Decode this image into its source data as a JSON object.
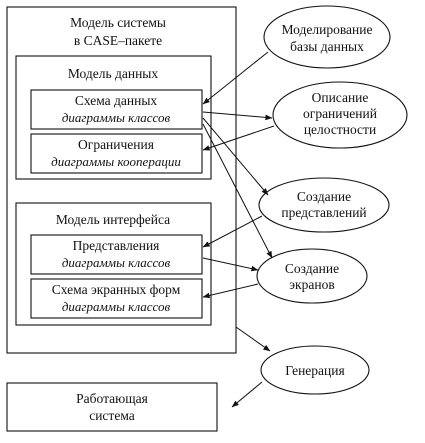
{
  "diagram": {
    "system_model": {
      "title_line1": "Модель системы",
      "title_line2": "в CASE–пакете"
    },
    "data_model": {
      "title": "Модель данных",
      "schema_title": "Схема данных",
      "schema_sub": "диаграммы классов",
      "constraints_title": "Ограничения",
      "constraints_sub": "диаграммы кооперации"
    },
    "interface_model": {
      "title": "Модель интерфейса",
      "views_title": "Представления",
      "views_sub": "диаграммы классов",
      "screens_title": "Схема экранных форм",
      "screens_sub": "диаграммы классов"
    },
    "working_system": {
      "line1": "Работающая",
      "line2": "система"
    },
    "processes": {
      "db_modeling_line1": "Моделирование",
      "db_modeling_line2": "базы данных",
      "integrity_line1": "Описание",
      "integrity_line2": "ограничений",
      "integrity_line3": "целостности",
      "views_creation_line1": "Создание",
      "views_creation_line2": "представлений",
      "screens_creation_line1": "Создание",
      "screens_creation_line2": "экранов",
      "generation": "Генерация"
    }
  }
}
